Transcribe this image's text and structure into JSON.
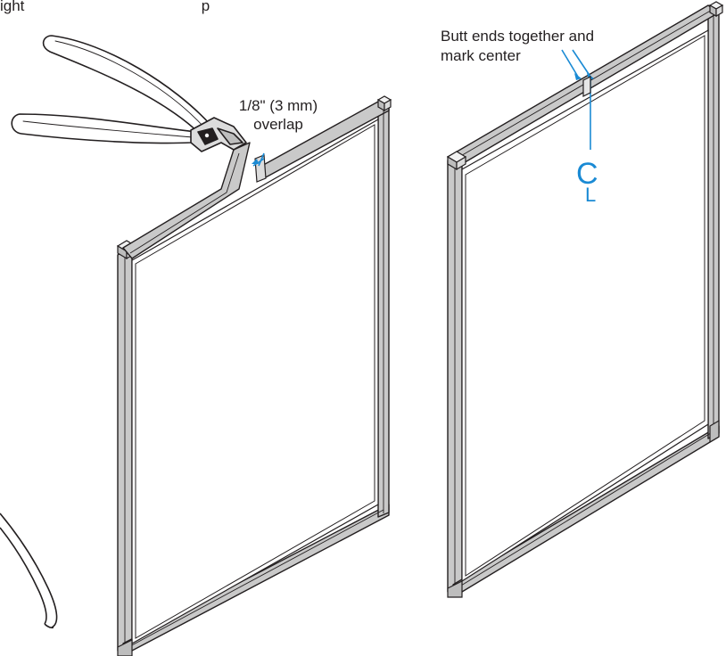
{
  "page": {
    "top_caption": "ight                                          p"
  },
  "left_panel": {
    "overlap_label_line1": "1/8\" (3 mm)",
    "overlap_label_line2": "overlap"
  },
  "right_panel": {
    "butt_label_line1": "Butt ends together and",
    "butt_label_line2": "mark center",
    "centerline_symbol_c": "C",
    "centerline_symbol_l": "L"
  },
  "colors": {
    "frame_fill": "#c9c9c9",
    "frame_stroke": "#231f20",
    "callout": "#1a8ad4",
    "tool_fill": "#ffffff"
  },
  "icons": {
    "tool": "cutting-pliers-icon",
    "hose": "cable-loop-icon"
  }
}
